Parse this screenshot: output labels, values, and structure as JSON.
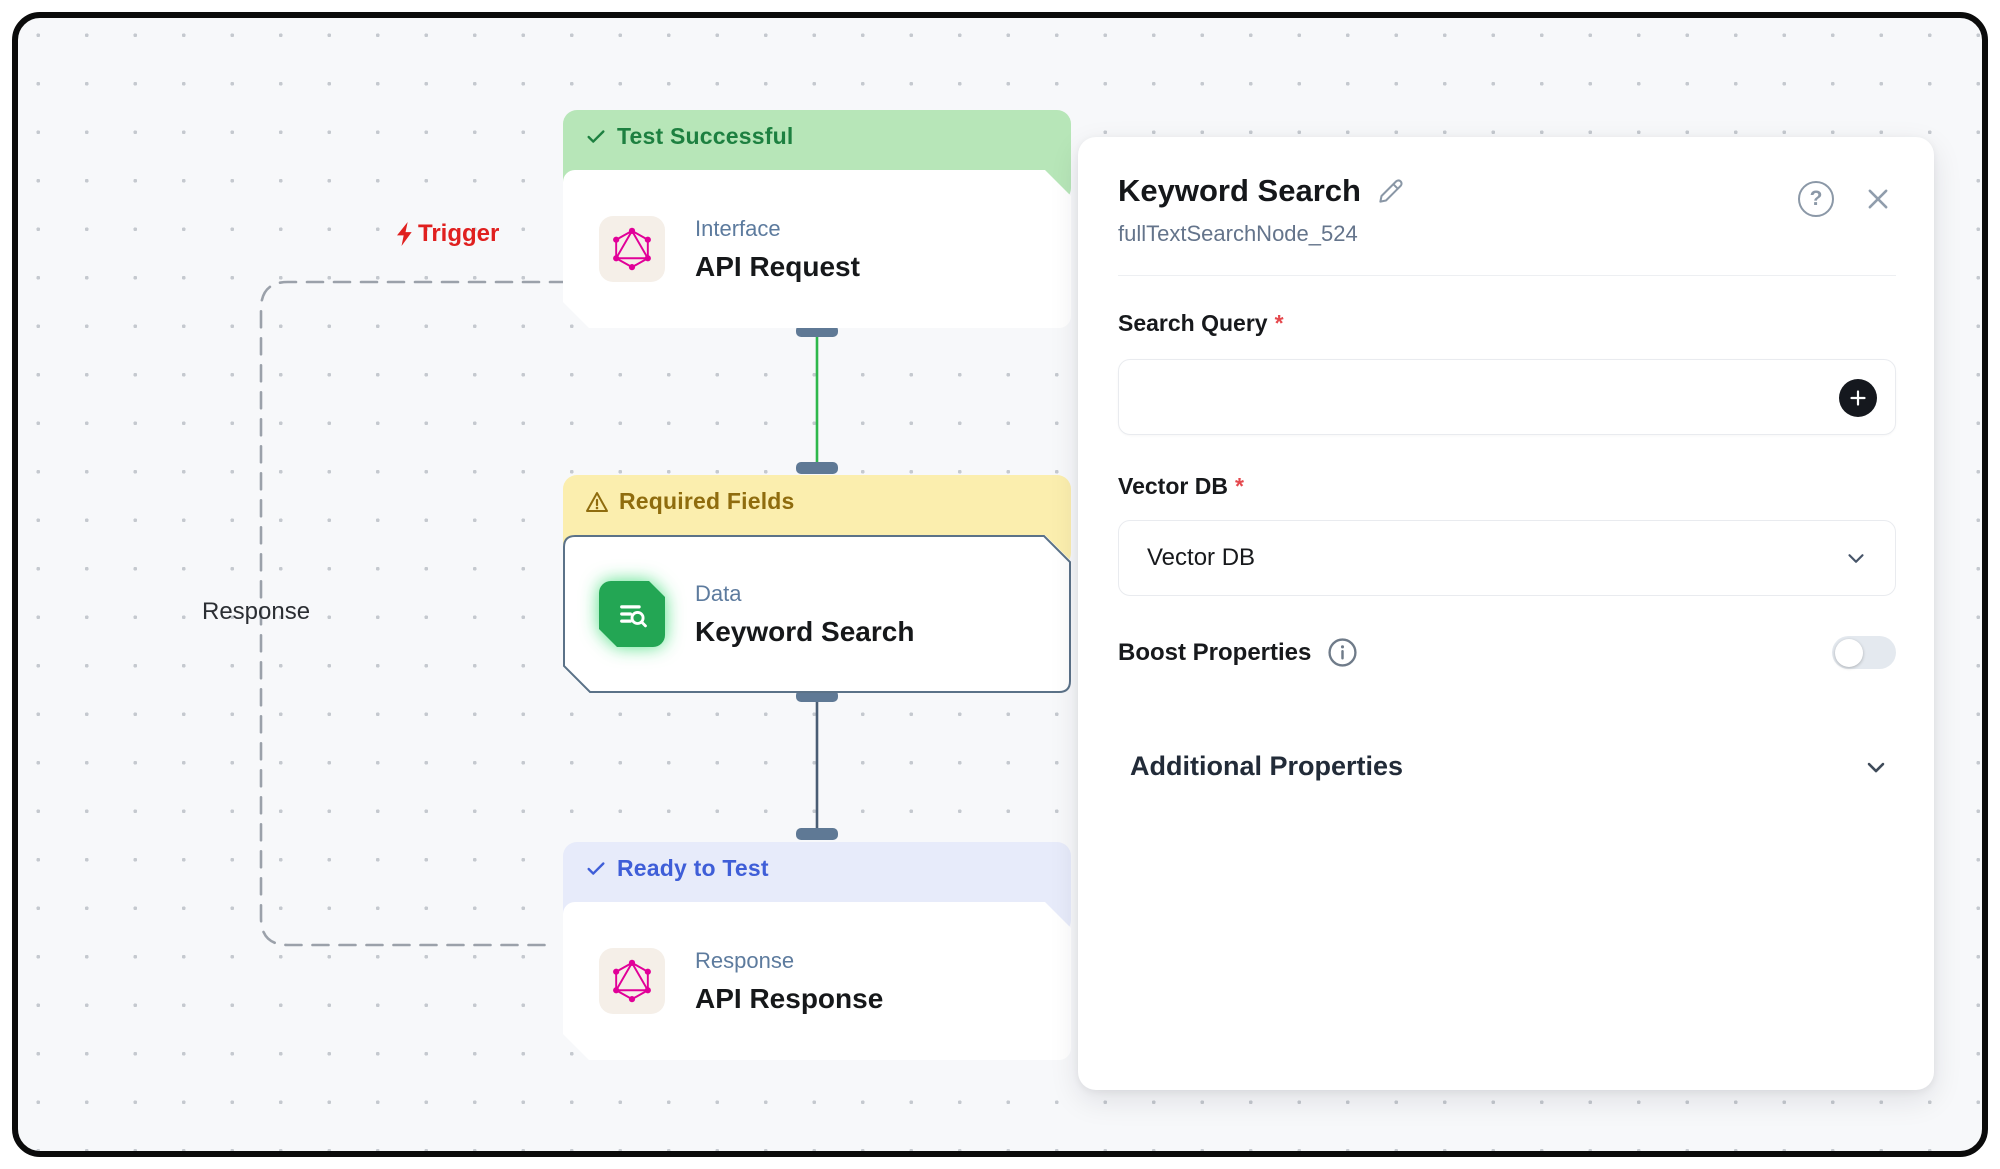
{
  "canvas": {
    "edge_labels": {
      "trigger": "Trigger",
      "response": "Response"
    },
    "nodes": [
      {
        "status": "Test Successful",
        "status_type": "success",
        "category": "Interface",
        "title": "API Request",
        "icon": "graphql-icon"
      },
      {
        "status": "Required Fields",
        "status_type": "warning",
        "category": "Data",
        "title": "Keyword Search",
        "icon": "keyword-search-icon",
        "selected": true
      },
      {
        "status": "Ready to Test",
        "status_type": "info",
        "category": "Response",
        "title": "API Response",
        "icon": "graphql-icon"
      }
    ]
  },
  "panel": {
    "title": "Keyword Search",
    "subtitle": "fullTextSearchNode_524",
    "fields": {
      "search_query": {
        "label": "Search Query",
        "required": "*",
        "value": "",
        "placeholder": ""
      },
      "vector_db": {
        "label": "Vector DB",
        "required": "*",
        "value": "Vector DB"
      },
      "boost_properties": {
        "label": "Boost Properties",
        "enabled": false
      }
    },
    "sections": {
      "additional_properties": "Additional Properties"
    }
  },
  "colors": {
    "success_bg": "#b7e6b8",
    "success_text": "#1d8040",
    "warning_bg": "#fbeeae",
    "warning_text": "#8f6c0e",
    "info_bg": "#e7ebfa",
    "info_text": "#3f5ed8",
    "trigger_red": "#e0201f",
    "edge_green": "#2eb84b",
    "edge_slate": "#4a5d74",
    "handle_slate": "#5f7995",
    "graphql_pink": "#e10098",
    "data_green": "#23a654",
    "canvas_bg": "#f7f8fa"
  }
}
